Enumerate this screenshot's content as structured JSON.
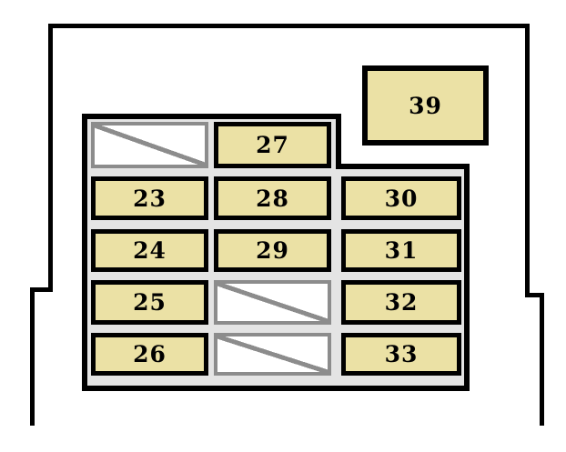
{
  "diagram": {
    "kind": "Fuse box diagram",
    "colors": {
      "fuse_fill": "#EBE1A5",
      "panel_fill": "#E4E4E4",
      "outline": "#000000",
      "empty_slot_gray": "#8C8C8C"
    },
    "standalone_fuse": {
      "label": "39"
    },
    "grid": {
      "row1": {
        "col1_empty": true,
        "col2": "27"
      },
      "row2": {
        "col1": "23",
        "col2": "28",
        "col3": "30"
      },
      "row3": {
        "col1": "24",
        "col2": "29",
        "col3": "31"
      },
      "row4": {
        "col1": "25",
        "col2_empty": true,
        "col3": "32"
      },
      "row5": {
        "col1": "26",
        "col2_empty": true,
        "col3": "33"
      }
    },
    "empty_slots": [
      "row1-col1",
      "row4-col2",
      "row5-col2"
    ]
  }
}
